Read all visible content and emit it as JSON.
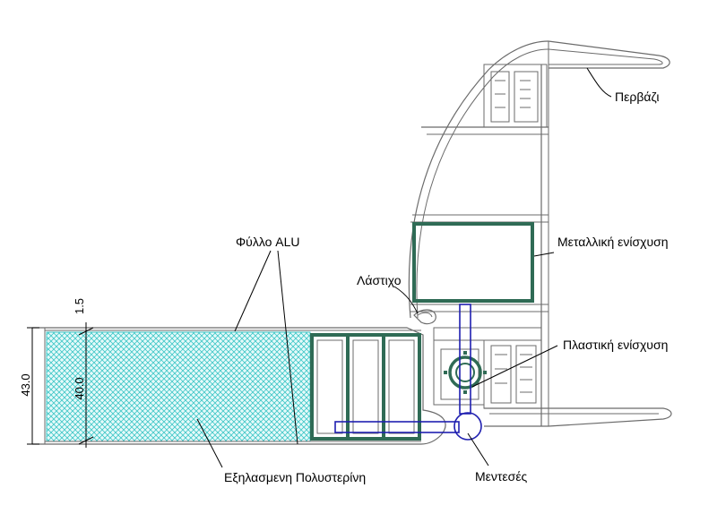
{
  "labels": {
    "sill": "Περβάζι",
    "metal_reinforcement": "Μεταλλική ενίσχυση",
    "gasket": "Λάστιχο",
    "plastic_reinforcement": "Πλαστική ενίσχυση",
    "aluminium_sheet": "Φύλλο ALU",
    "polystyrene": "Εξηλασμενη Πολυστερίνη",
    "hinge": "Μεντεσές"
  },
  "dimensions": {
    "total_thickness": "43.0",
    "core_thickness": "40.0",
    "skin_thickness": "1.5"
  },
  "colors": {
    "outline": "#6b6b6b",
    "steel": "#2f6b55",
    "hinge": "#1f1fb0",
    "insulation": "#3fc7c7"
  }
}
